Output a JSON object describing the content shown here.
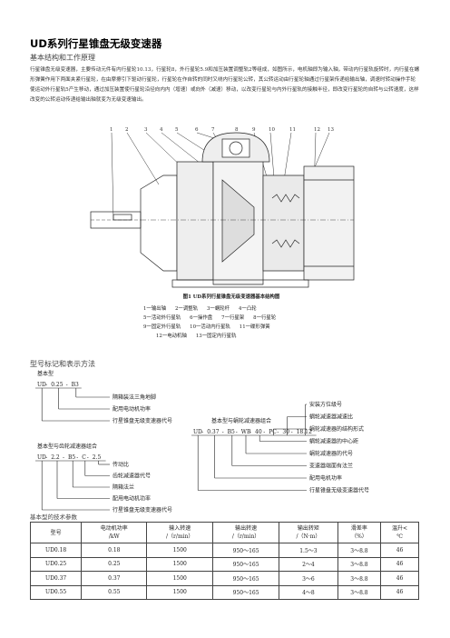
{
  "doc": {
    "title": "UD系列行星锥盘无级变速器",
    "section1": "基本结构和工作原理",
    "paragraph": "行星锥盘无级变速器，主要传动元件有内行星轮10.13，行星轮8，外行星轮5.9和加压装置调整轨2等组成，如图所示，电机轴即为输入轴，带动内行星轨旋转时，内行星在螺形弹簧作用下两面夹紧行星轮，在由摩擦引下驱动行星轮，行星轮在作自转的同时又绕内行星轮公转，其公转运动由行星轮轴通过行星架传递给输出轴，调速时转动操作手轮使运动外行星轨5产生移动，通过加压装置使行星轮沿径向内内（增速）或向外（减速）移动，以改变行星轮与内外行星轨的接触半径，即改变行星轮的自转与公转速度，这样改变的公转运动传递给输出轴就变为无级变速输出。",
    "figure": {
      "part_numbers": [
        "1",
        "2",
        "3",
        "4",
        "5",
        "6",
        "7",
        "8",
        "9",
        "10",
        "11",
        "12",
        "13"
      ],
      "caption": "图1 UD系列行星锥盘无级变速器基本结构图",
      "legend": [
        [
          "1一输出轴",
          "2一调整轨",
          "3一蜗轮杆",
          "4一凸轮"
        ],
        [
          "5一活动外行星轨",
          "6一操作盘",
          "7一行星架",
          "8一行星轮"
        ],
        [
          "9一固定外行星轨",
          "10一活动内行星轨",
          "11一碟形弹簧"
        ],
        [
          "12一电动机轴",
          "13一固定内行星轨"
        ]
      ]
    },
    "section2": "型号标记和表示方法",
    "model": {
      "basic_label": "基本型",
      "basic_code": [
        "UD",
        "0.25",
        "B3"
      ],
      "basic_notes": [
        "隔箱装法三角地脚",
        "配用电动机功率",
        "行星锥盘无级变速器代号"
      ],
      "combo_label": "基本型与齿轮减速器组合",
      "combo_code": [
        "UD",
        "2.2",
        "B5",
        "C",
        "2.5"
      ],
      "combo_notes": [
        "传动比",
        "齿轮减速器代号",
        "隔箱法兰",
        "配用电动机功率",
        "行星锥盘无级变速器代号"
      ],
      "worm_label": "基本型与蜗轮减速器组合",
      "worm_code": [
        "UD",
        "0.37",
        "B5",
        "WB",
        "40",
        "PC",
        "30",
        "18.12"
      ],
      "worm_notes": [
        "安装方位级号",
        "蜗轮减速器减速比",
        "蜗轮减速器的结构形式",
        "蜗轮减速器的中心距",
        "蜗轮减速器的代号",
        "变速器端面有法兰",
        "配用电机功率",
        "行星锥盘无级变速器代号"
      ]
    },
    "section3": "基本型的技术参数",
    "table": {
      "headers": [
        [
          "型号"
        ],
        [
          "电动机功率",
          "/kW"
        ],
        [
          "输入转速",
          "/（r/min）"
        ],
        [
          "输出转速",
          "/（r/min）"
        ],
        [
          "输出转矩",
          "/（N·m）"
        ],
        [
          "滑差率",
          "（%）"
        ],
        [
          "温升<",
          "℃"
        ]
      ],
      "rows": [
        [
          "UD0.18",
          "0.18",
          "1500",
          "950～165",
          "1.5～3",
          "3～8.8",
          "46"
        ],
        [
          "UD0.25",
          "0.25",
          "1500",
          "950～165",
          "2～4",
          "3～8.8",
          "46"
        ],
        [
          "UD0.37",
          "0.37",
          "1500",
          "950～165",
          "3～6",
          "3～8.8",
          "46"
        ],
        [
          "UD0.55",
          "0.55",
          "1500",
          "950～165",
          "4～8",
          "3～8.8",
          "46"
        ]
      ]
    }
  }
}
